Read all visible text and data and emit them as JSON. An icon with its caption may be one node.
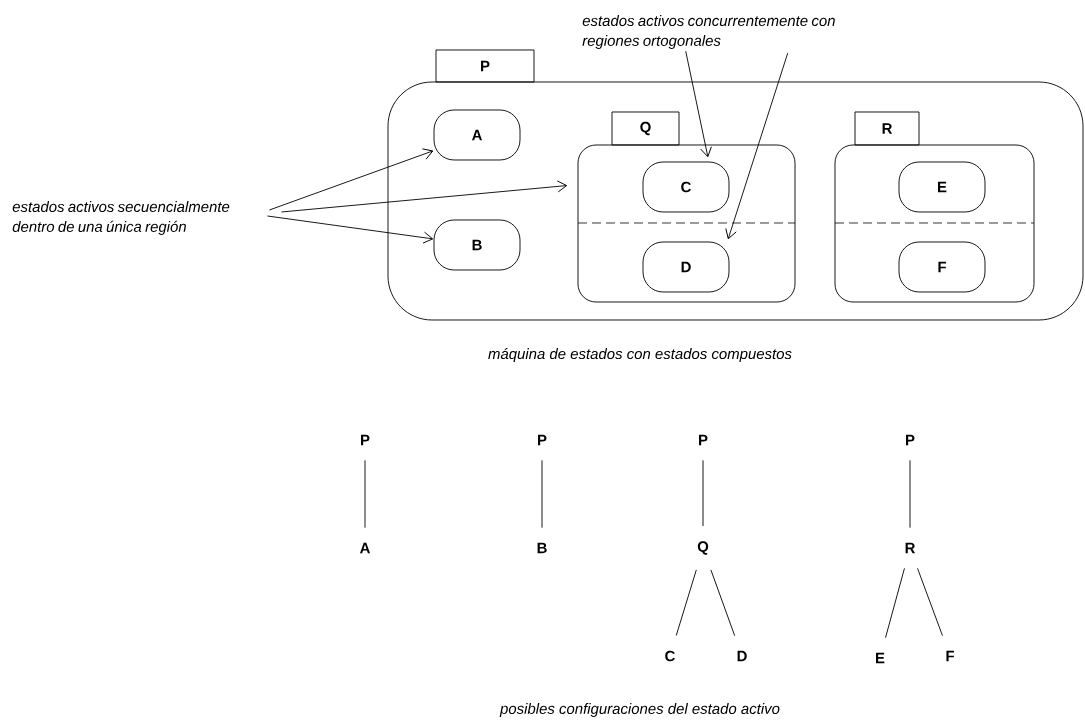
{
  "diagram": {
    "nodes": [
      {
        "text": [
          "P"
        ]
      },
      {
        "text": [
          "A"
        ],
        "in": 0
      },
      {
        "text": [
          "B"
        ],
        "in": 0
      },
      {
        "text": [
          "Q"
        ],
        "in": 0
      },
      {
        "text": [
          "C"
        ],
        "in": 3
      },
      {
        "text": [
          "D"
        ],
        "in": 3
      },
      {
        "text": [
          "R"
        ],
        "in": 0
      },
      {
        "text": [
          "E"
        ],
        "in": 6
      },
      {
        "text": [
          "F"
        ],
        "in": 6
      },
      {
        "text": [
          "estados activos secuencialmente dentro de una única región"
        ]
      },
      {
        "text": [
          "estados activos concurrentemente con regiones ortogonales"
        ]
      },
      {
        "text": [
          "P"
        ]
      },
      {
        "text": [
          "A"
        ]
      },
      {
        "text": [
          "P"
        ]
      },
      {
        "text": [
          "B"
        ]
      },
      {
        "text": [
          "P"
        ]
      },
      {
        "text": [
          "Q"
        ]
      },
      {
        "text": [
          "C"
        ]
      },
      {
        "text": [
          "D"
        ]
      },
      {
        "text": [
          "P"
        ]
      },
      {
        "text": [
          "R"
        ]
      },
      {
        "text": [
          "E"
        ]
      },
      {
        "text": [
          "F"
        ]
      }
    ],
    "edges": [
      {
        "from": 9,
        "to": 1,
        "arrow": "to"
      },
      {
        "from": 9,
        "to": 3,
        "arrow": "to"
      },
      {
        "from": 9,
        "to": 2,
        "arrow": "to"
      },
      {
        "from": 10,
        "to": 4,
        "arrow": "to"
      },
      {
        "from": 10,
        "to": 5,
        "arrow": "to"
      },
      {
        "from": 11,
        "to": 12,
        "arrow": "none"
      },
      {
        "from": 13,
        "to": 14,
        "arrow": "none"
      },
      {
        "from": 15,
        "to": 16,
        "arrow": "none"
      },
      {
        "from": 16,
        "to": 17,
        "arrow": "none"
      },
      {
        "from": 16,
        "to": 18,
        "arrow": "none"
      },
      {
        "from": 19,
        "to": 20,
        "arrow": "none"
      },
      {
        "from": 20,
        "to": 21,
        "arrow": "none"
      },
      {
        "from": 20,
        "to": 22,
        "arrow": "none"
      }
    ],
    "labels": [
      "máquina de estados con estados compuestos",
      "posibles configuraciones del estado activo"
    ]
  }
}
